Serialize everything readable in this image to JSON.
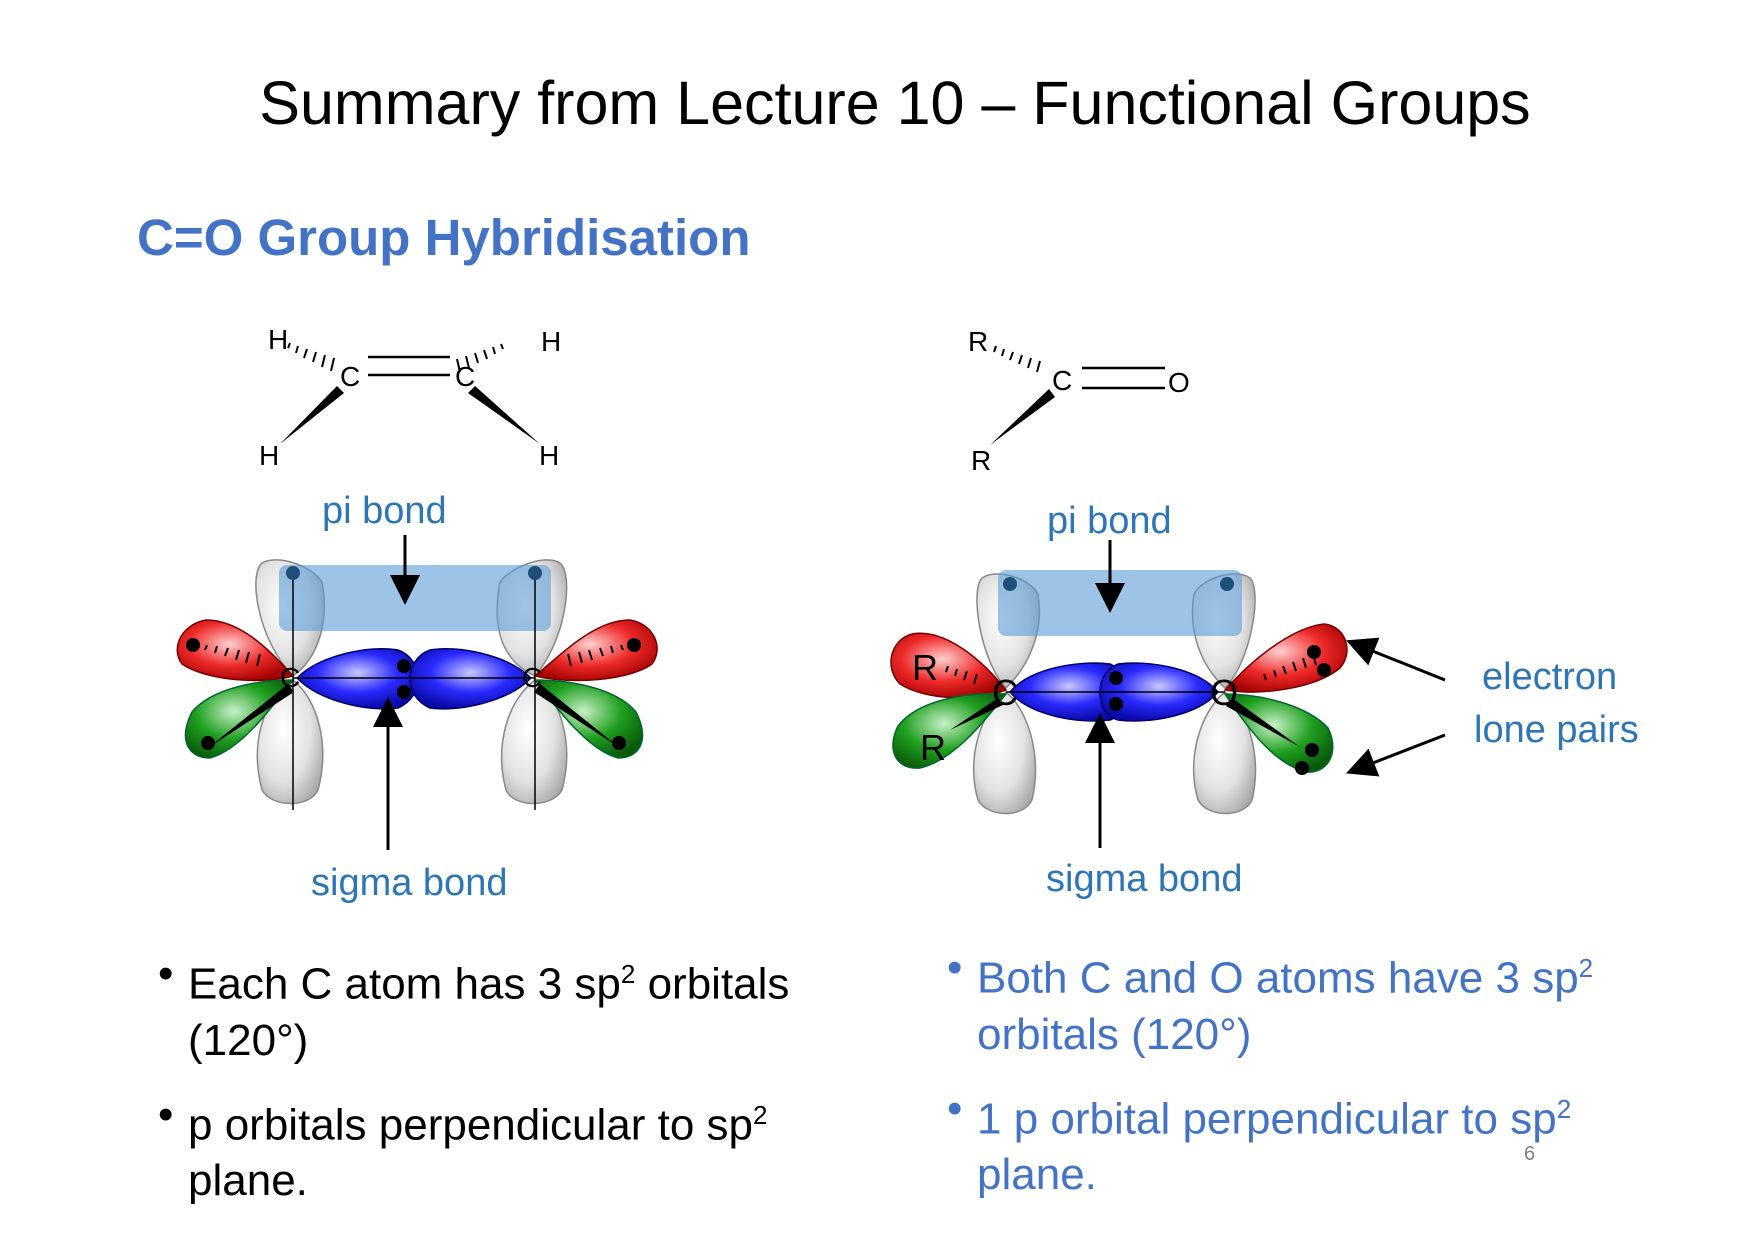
{
  "slide": {
    "title": "Summary from Lecture 10 – Functional Groups",
    "subtitle": "C=O Group Hybridisation",
    "page_number": "6"
  },
  "left_diagram": {
    "atoms": {
      "h1": "H",
      "h2": "H",
      "h3": "H",
      "h4": "H",
      "c1": "C",
      "c2": "C"
    },
    "pi_label": "pi bond",
    "sigma_label": "sigma bond",
    "orbital_atoms": {
      "c1": "C",
      "c2": "C"
    }
  },
  "right_diagram": {
    "atoms": {
      "r1": "R",
      "r2": "R",
      "c": "C",
      "o": "O"
    },
    "pi_label": "pi bond",
    "sigma_label": "sigma bond",
    "orbital_atoms": {
      "r1": "R",
      "r2": "R",
      "c": "C",
      "o": "O"
    },
    "lone_pairs_label_1": "electron",
    "lone_pairs_label_2": "lone pairs"
  },
  "bullets_left": [
    {
      "text_a": "Each C atom has 3 sp",
      "sup": "2",
      "text_b": " orbitals (120°)"
    },
    {
      "text_a": "p orbitals perpendicular to sp",
      "sup": "2",
      "text_b": " plane."
    }
  ],
  "bullets_right": [
    {
      "text_a": "Both C and O atoms have 3 sp",
      "sup": "2",
      "text_b": " orbitals (120°)"
    },
    {
      "text_a": "1 p orbital perpendicular to sp",
      "sup": "2",
      "text_b": " plane."
    }
  ],
  "colors": {
    "title": "#000000",
    "subtitle": "#4472c4",
    "label": "#2e75b6",
    "sigma_lobe": "#1f1fe0",
    "lone_pair_red": "#e01f1f",
    "lone_pair_green": "#1f8f1f",
    "p_orbital": "#d9d9d9",
    "pi_box": "#5b9bd5"
  }
}
